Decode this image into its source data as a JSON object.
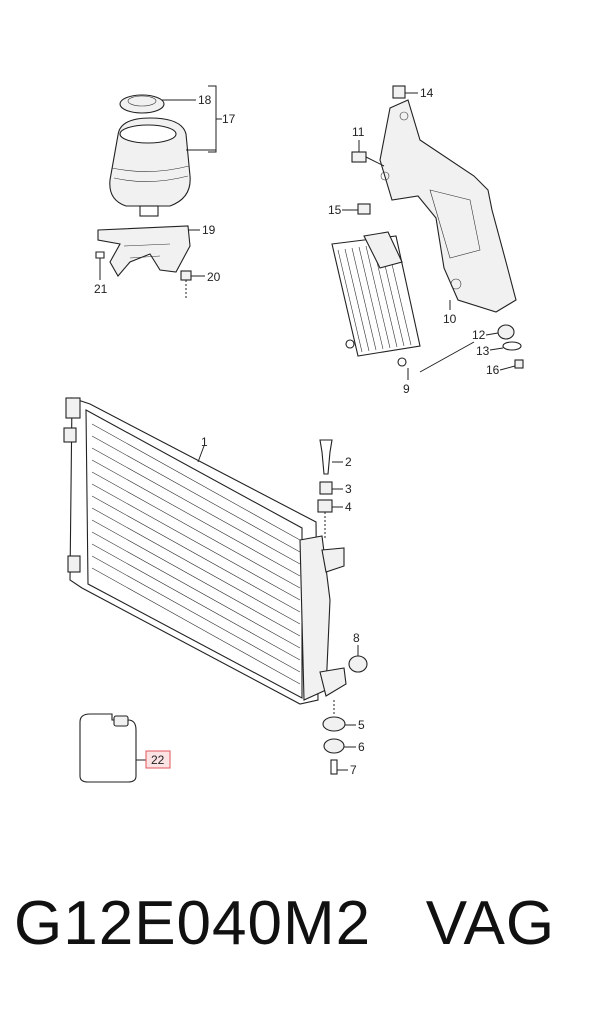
{
  "callouts": {
    "c1": "1",
    "c2": "2",
    "c3": "3",
    "c4": "4",
    "c5": "5",
    "c6": "6",
    "c7": "7",
    "c8": "8",
    "c9": "9",
    "c10": "10",
    "c11": "11",
    "c12": "12",
    "c13": "13",
    "c14": "14",
    "c15": "15",
    "c16": "16",
    "c17": "17",
    "c18": "18",
    "c19": "19",
    "c20": "20",
    "c21": "21",
    "c22": "22"
  },
  "highlight_color": "#e0545a",
  "highlight_fill": "#fbe3e4",
  "part_code": "G12E040M2   VAG"
}
